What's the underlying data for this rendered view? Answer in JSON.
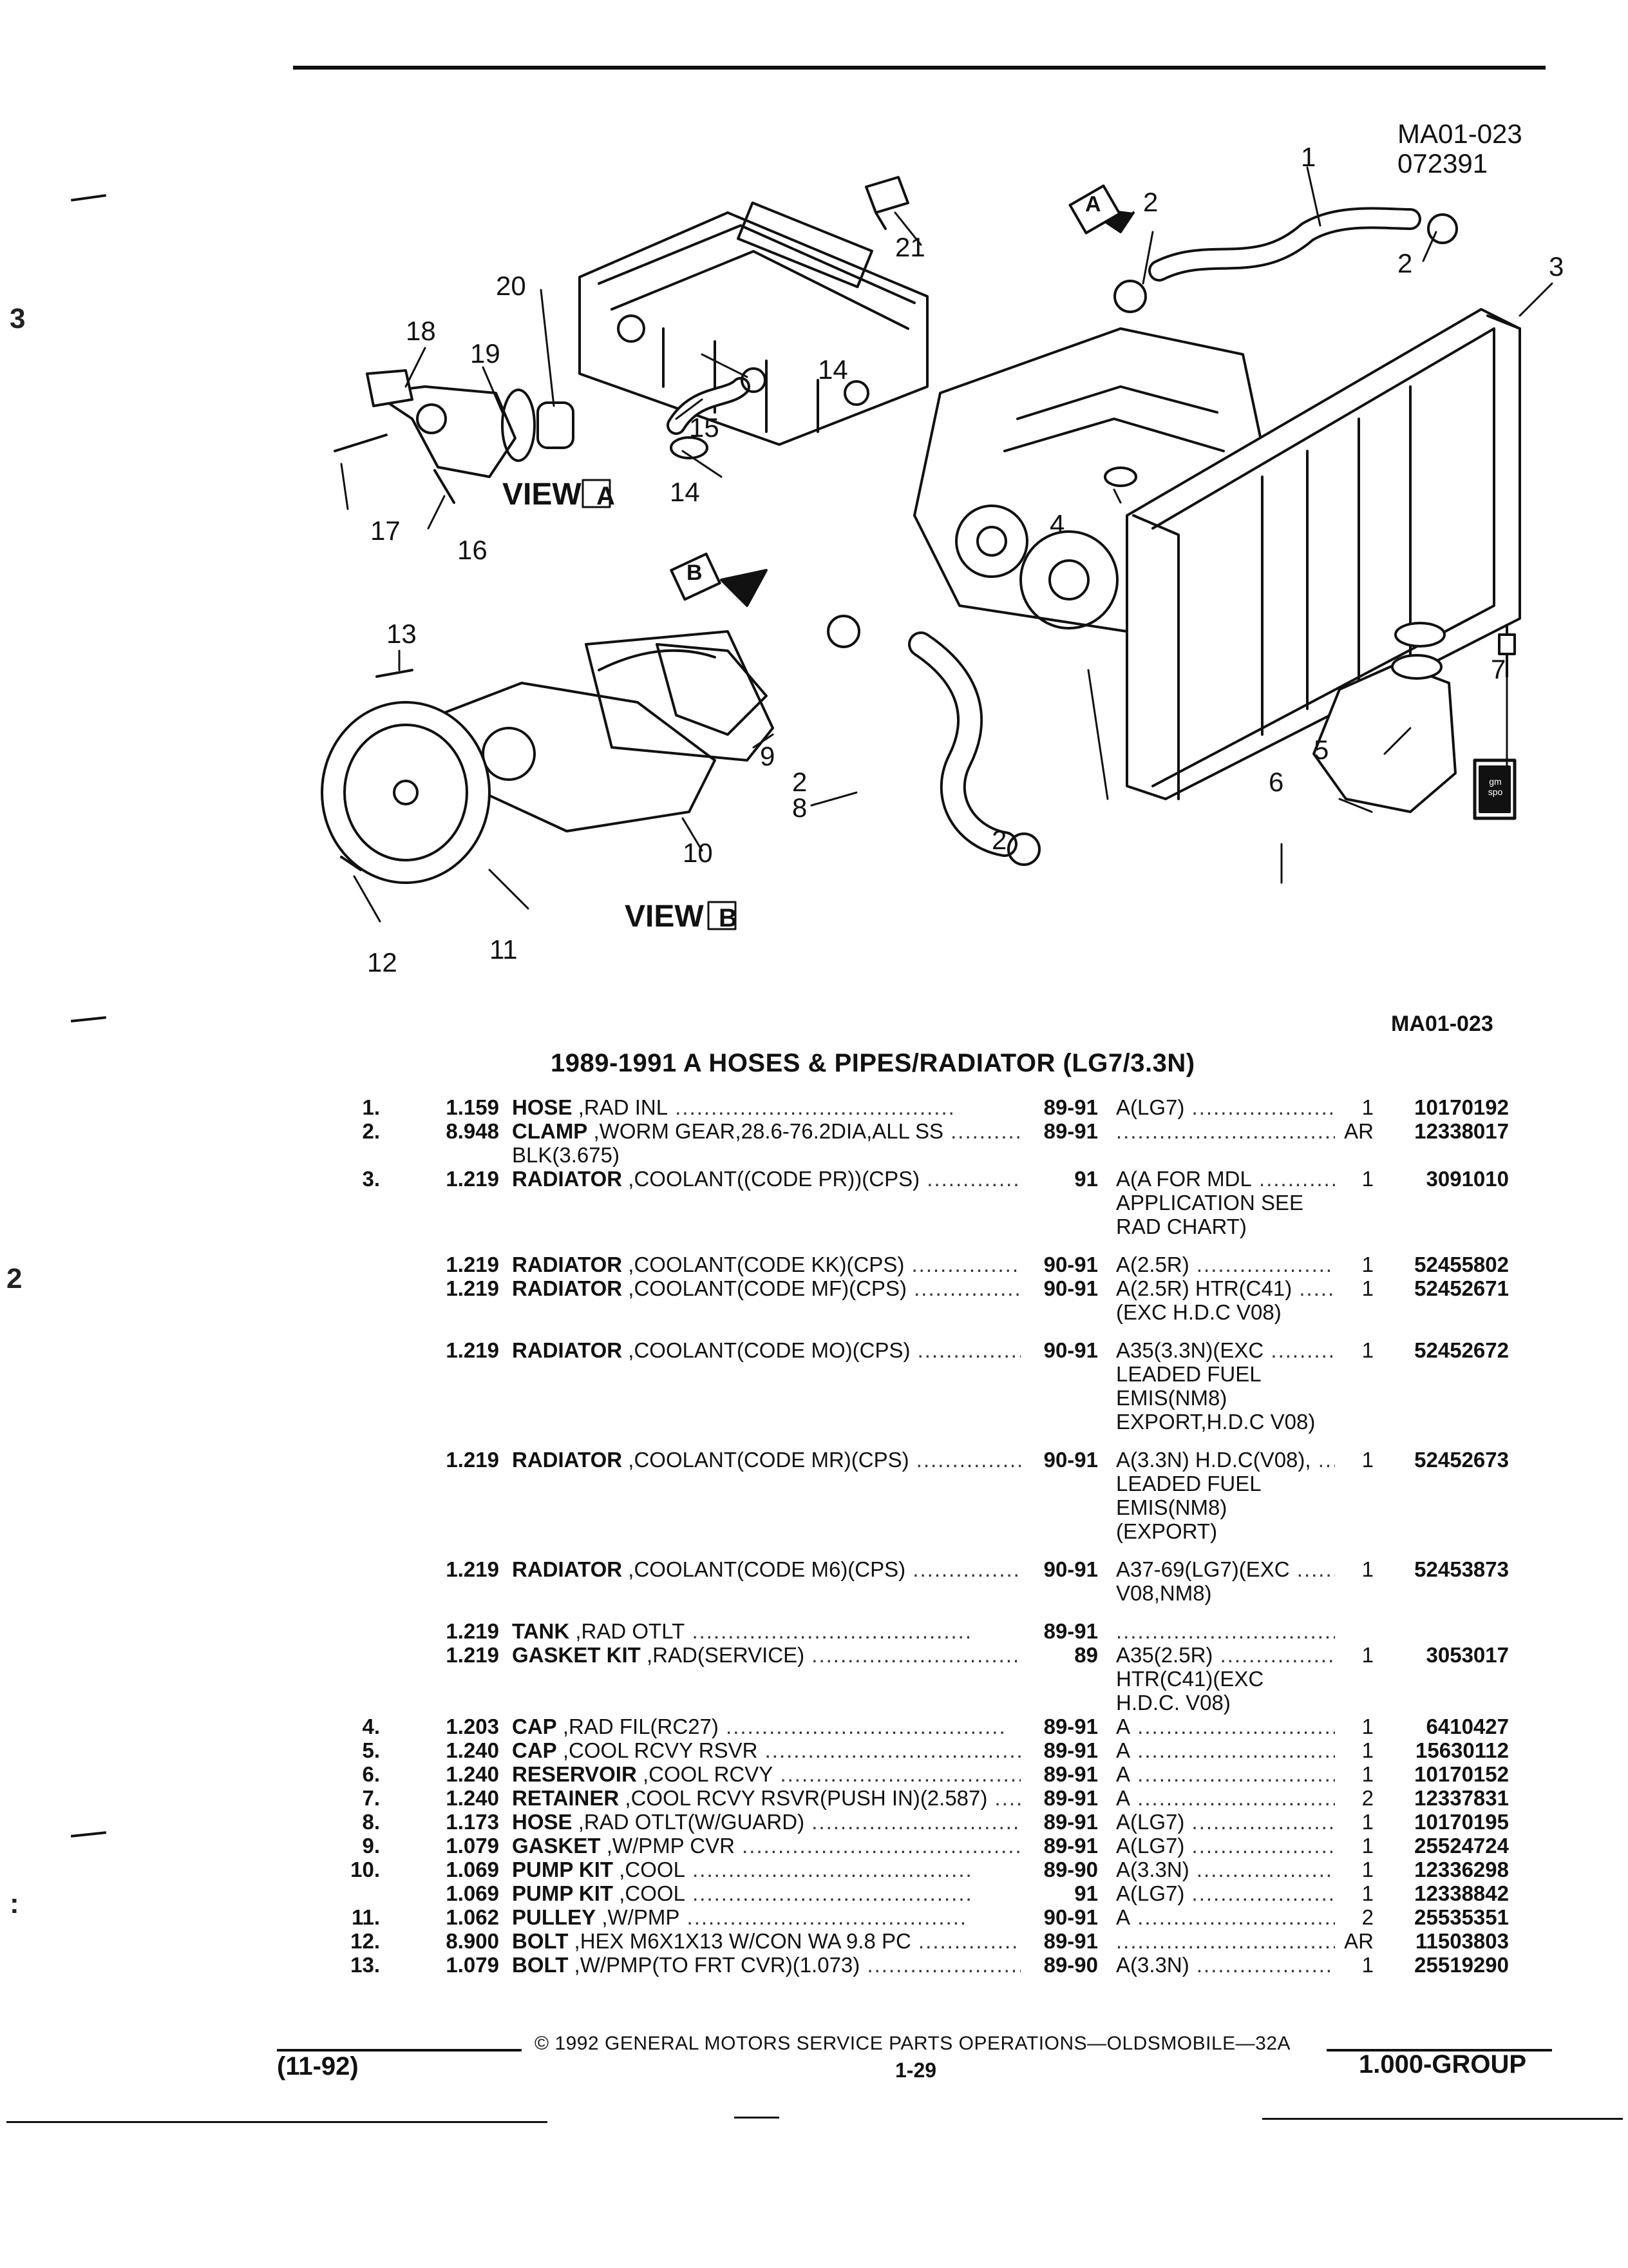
{
  "header": {
    "figure_code": "MA01-023",
    "figure_date": "072391",
    "figure_code_bottom": "MA01-023"
  },
  "diagram": {
    "callouts": [
      "1",
      "2",
      "2",
      "3",
      "4",
      "5",
      "6",
      "7",
      "8",
      "9",
      "10",
      "11",
      "12",
      "13",
      "14",
      "14",
      "15",
      "16",
      "17",
      "18",
      "19",
      "20",
      "21",
      "2",
      "2"
    ],
    "view_a_label": "VIEW",
    "view_a_box": "A",
    "view_b_label": "VIEW",
    "view_b_box": "B",
    "arrow_a": "A",
    "arrow_b": "B",
    "logo_text": "gm spo"
  },
  "parts_title": "1989-1991 A HOSES & PIPES/RADIATOR (LG7/3.3N)",
  "parts": [
    {
      "num": "1.",
      "ref": "1.159",
      "name": "HOSE",
      "desc": ",RAD INL",
      "years": "89-91",
      "usage": "A(LG7)",
      "qty": "1",
      "part": "10170192"
    },
    {
      "num": "2.",
      "ref": "8.948",
      "name": "CLAMP",
      "desc": ",WORM GEAR,28.6-76.2DIA,ALL SS",
      "years": "89-91",
      "usage": "",
      "qty": "AR",
      "part": "12338017",
      "desc2": "BLK(3.675)"
    },
    {
      "num": "3.",
      "ref": "1.219",
      "name": "RADIATOR",
      "desc": ",COOLANT((CODE PR))(CPS)",
      "years": "91",
      "usage": "A(A FOR MDL",
      "qty": "1",
      "part": "3091010",
      "usage_more": [
        "APPLICATION SEE",
        "RAD CHART)"
      ]
    },
    {
      "num": "",
      "ref": "1.219",
      "name": "RADIATOR",
      "desc": ",COOLANT(CODE KK)(CPS)",
      "years": "90-91",
      "usage": "A(2.5R)",
      "qty": "1",
      "part": "52455802"
    },
    {
      "num": "",
      "ref": "1.219",
      "name": "RADIATOR",
      "desc": ",COOLANT(CODE MF)(CPS)",
      "years": "90-91",
      "usage": "A(2.5R) HTR(C41)",
      "qty": "1",
      "part": "52452671",
      "usage_more": [
        "(EXC H.D.C V08)"
      ]
    },
    {
      "num": "",
      "ref": "1.219",
      "name": "RADIATOR",
      "desc": ",COOLANT(CODE MO)(CPS)",
      "years": "90-91",
      "usage": "A35(3.3N)(EXC",
      "qty": "1",
      "part": "52452672",
      "usage_more": [
        "LEADED FUEL",
        "EMIS(NM8)",
        "EXPORT,H.D.C V08)"
      ]
    },
    {
      "num": "",
      "ref": "1.219",
      "name": "RADIATOR",
      "desc": ",COOLANT(CODE MR)(CPS)",
      "years": "90-91",
      "usage": "A(3.3N) H.D.C(V08),",
      "qty": "1",
      "part": "52452673",
      "usage_more": [
        "LEADED FUEL",
        "EMIS(NM8)",
        "(EXPORT)"
      ]
    },
    {
      "num": "",
      "ref": "1.219",
      "name": "RADIATOR",
      "desc": ",COOLANT(CODE M6)(CPS)",
      "years": "90-91",
      "usage": "A37-69(LG7)(EXC",
      "qty": "1",
      "part": "52453873",
      "usage_more": [
        "V08,NM8)"
      ]
    },
    {
      "num": "",
      "ref": "1.219",
      "name": "TANK",
      "desc": ",RAD OTLT",
      "years": "89-91",
      "usage": "",
      "qty": "",
      "part": ""
    },
    {
      "num": "",
      "ref": "1.219",
      "name": "GASKET KIT",
      "desc": ",RAD(SERVICE)",
      "years": "89",
      "usage": "A35(2.5R)",
      "qty": "1",
      "part": "3053017",
      "usage_more": [
        "HTR(C41)(EXC",
        "H.D.C. V08)"
      ]
    },
    {
      "num": "4.",
      "ref": "1.203",
      "name": "CAP",
      "desc": ",RAD FIL(RC27)",
      "years": "89-91",
      "usage": "A",
      "qty": "1",
      "part": "6410427"
    },
    {
      "num": "5.",
      "ref": "1.240",
      "name": "CAP",
      "desc": ",COOL RCVY RSVR",
      "years": "89-91",
      "usage": "A",
      "qty": "1",
      "part": "15630112"
    },
    {
      "num": "6.",
      "ref": "1.240",
      "name": "RESERVOIR",
      "desc": ",COOL RCVY",
      "years": "89-91",
      "usage": "A",
      "qty": "1",
      "part": "10170152"
    },
    {
      "num": "7.",
      "ref": "1.240",
      "name": "RETAINER",
      "desc": ",COOL RCVY RSVR(PUSH IN)(2.587)",
      "years": "89-91",
      "usage": "A",
      "qty": "2",
      "part": "12337831"
    },
    {
      "num": "8.",
      "ref": "1.173",
      "name": "HOSE",
      "desc": ",RAD OTLT(W/GUARD)",
      "years": "89-91",
      "usage": "A(LG7)",
      "qty": "1",
      "part": "10170195"
    },
    {
      "num": "9.",
      "ref": "1.079",
      "name": "GASKET",
      "desc": ",W/PMP CVR",
      "years": "89-91",
      "usage": "A(LG7)",
      "qty": "1",
      "part": "25524724"
    },
    {
      "num": "10.",
      "ref": "1.069",
      "name": "PUMP KIT",
      "desc": ",COOL",
      "years": "89-90",
      "usage": "A(3.3N)",
      "qty": "1",
      "part": "12336298"
    },
    {
      "num": "",
      "ref": "1.069",
      "name": "PUMP KIT",
      "desc": ",COOL",
      "years": "91",
      "usage": "A(LG7)",
      "qty": "1",
      "part": "12338842"
    },
    {
      "num": "11.",
      "ref": "1.062",
      "name": "PULLEY",
      "desc": ",W/PMP",
      "years": "90-91",
      "usage": "A",
      "qty": "2",
      "part": "25535351"
    },
    {
      "num": "12.",
      "ref": "8.900",
      "name": "BOLT",
      "desc": ",HEX M6X1X13 W/CON WA 9.8 PC",
      "years": "89-91",
      "usage": "",
      "qty": "AR",
      "part": "11503803"
    },
    {
      "num": "13.",
      "ref": "1.079",
      "name": "BOLT",
      "desc": ",W/PMP(TO FRT CVR)(1.073)",
      "years": "89-90",
      "usage": "A(3.3N)",
      "qty": "1",
      "part": "25519290"
    }
  ],
  "footer": {
    "copyright": "© 1992 GENERAL MOTORS SERVICE PARTS OPERATIONS—OLDSMOBILE—32A",
    "date_code": "(11-92)",
    "page": "1-29",
    "group": "1.000-GROUP"
  },
  "margin_marks": [
    "3",
    "2",
    ":"
  ]
}
